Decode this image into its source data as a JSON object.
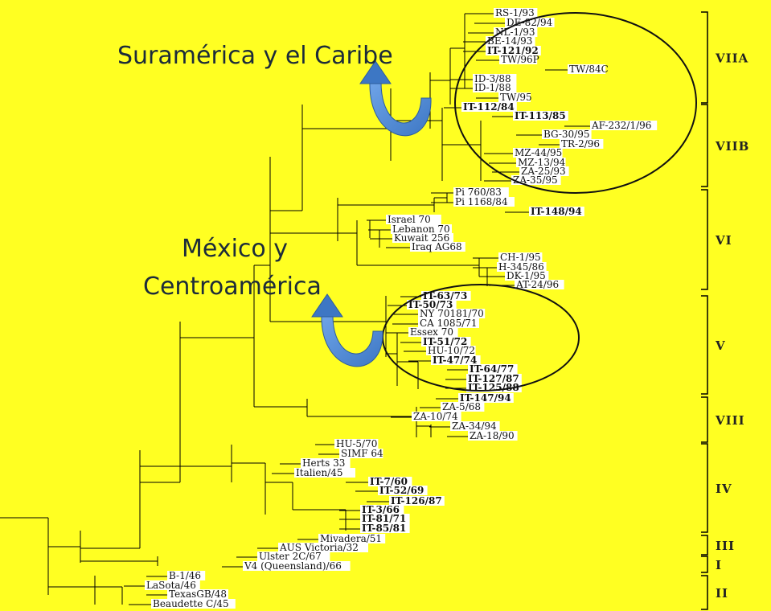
{
  "regions": {
    "south_america": "Suramérica y el Caribe",
    "mexico_line1": "México y",
    "mexico_line2": "Centroamérica"
  },
  "colors": {
    "background": "#ffff22",
    "lines": "#000000",
    "arrow": "#3d77c4"
  },
  "leaves": [
    {
      "label": "RS-1/93",
      "bold": false
    },
    {
      "label": "DE-82/94",
      "bold": false
    },
    {
      "label": "NL-1/93",
      "bold": false
    },
    {
      "label": "BE-14/93",
      "bold": false
    },
    {
      "label": "IT-121/92",
      "bold": true
    },
    {
      "label": "TW/96P",
      "bold": false
    },
    {
      "label": "TW/84C",
      "bold": false
    },
    {
      "label": "ID-3/88",
      "bold": false
    },
    {
      "label": "ID-1/88",
      "bold": false
    },
    {
      "label": "TW/95",
      "bold": false
    },
    {
      "label": "IT-112/84",
      "bold": true
    },
    {
      "label": "IT-113/85",
      "bold": true
    },
    {
      "label": "AF-232/1/96",
      "bold": false
    },
    {
      "label": "BG-30/95",
      "bold": false
    },
    {
      "label": "TR-2/96",
      "bold": false
    },
    {
      "label": "MZ-44/95",
      "bold": false
    },
    {
      "label": "MZ-13/94",
      "bold": false
    },
    {
      "label": "ZA-25/93",
      "bold": false
    },
    {
      "label": "ZA-35/95",
      "bold": false
    },
    {
      "label": "Pi 760/83",
      "bold": false
    },
    {
      "label": "Pi 1168/84",
      "bold": false
    },
    {
      "label": "IT-148/94",
      "bold": true
    },
    {
      "label": "Israel 70",
      "bold": false
    },
    {
      "label": "Lebanon 70",
      "bold": false
    },
    {
      "label": "Kuwait 256",
      "bold": false
    },
    {
      "label": "Iraq AG68",
      "bold": false
    },
    {
      "label": "CH-1/95",
      "bold": false
    },
    {
      "label": "H-345/86",
      "bold": false
    },
    {
      "label": "DK-1/95",
      "bold": false
    },
    {
      "label": "AT-24/96",
      "bold": false
    },
    {
      "label": "IT-63/73",
      "bold": true
    },
    {
      "label": "IT-50/73",
      "bold": true
    },
    {
      "label": "NY 70181/70",
      "bold": false
    },
    {
      "label": "CA 1085/71",
      "bold": false
    },
    {
      "label": "Essex 70",
      "bold": false
    },
    {
      "label": "IT-51/72",
      "bold": true
    },
    {
      "label": "HU-10/72",
      "bold": false
    },
    {
      "label": "IT-47/74",
      "bold": true
    },
    {
      "label": "IT-64/77",
      "bold": true
    },
    {
      "label": "IT-127/87",
      "bold": true
    },
    {
      "label": "IT-125/88",
      "bold": true
    },
    {
      "label": "IT-147/94",
      "bold": true
    },
    {
      "label": "ZA-5/68",
      "bold": false
    },
    {
      "label": "ZA-10/74",
      "bold": false
    },
    {
      "label": "ZA-34/94",
      "bold": false
    },
    {
      "label": "ZA-18/90",
      "bold": false
    },
    {
      "label": "HU-5/70",
      "bold": false
    },
    {
      "label": "SIMF 64",
      "bold": false
    },
    {
      "label": "Herts 33",
      "bold": false
    },
    {
      "label": "Italien/45",
      "bold": false
    },
    {
      "label": "IT-7/60",
      "bold": true
    },
    {
      "label": "IT-52/69",
      "bold": true
    },
    {
      "label": "IT-126/87",
      "bold": true
    },
    {
      "label": "IT-3/66",
      "bold": true
    },
    {
      "label": "IT-81/71",
      "bold": true
    },
    {
      "label": "IT-85/81",
      "bold": true
    },
    {
      "label": "Mivadera/51",
      "bold": false
    },
    {
      "label": "AUS Victoria/32",
      "bold": false
    },
    {
      "label": "Ulster 2C/67",
      "bold": false
    },
    {
      "label": "V4 (Queensland)/66",
      "bold": false
    },
    {
      "label": "B-1/46",
      "bold": false
    },
    {
      "label": "LaSota/46",
      "bold": false
    },
    {
      "label": "TexasGB/48",
      "bold": false
    },
    {
      "label": "Beaudette C/45",
      "bold": false
    }
  ],
  "genotypes": [
    {
      "label": "VIIA"
    },
    {
      "label": "VIIB"
    },
    {
      "label": "VI"
    },
    {
      "label": "V"
    },
    {
      "label": "VIII"
    },
    {
      "label": "IV"
    },
    {
      "label": "III"
    },
    {
      "label": "I"
    },
    {
      "label": "II"
    }
  ]
}
